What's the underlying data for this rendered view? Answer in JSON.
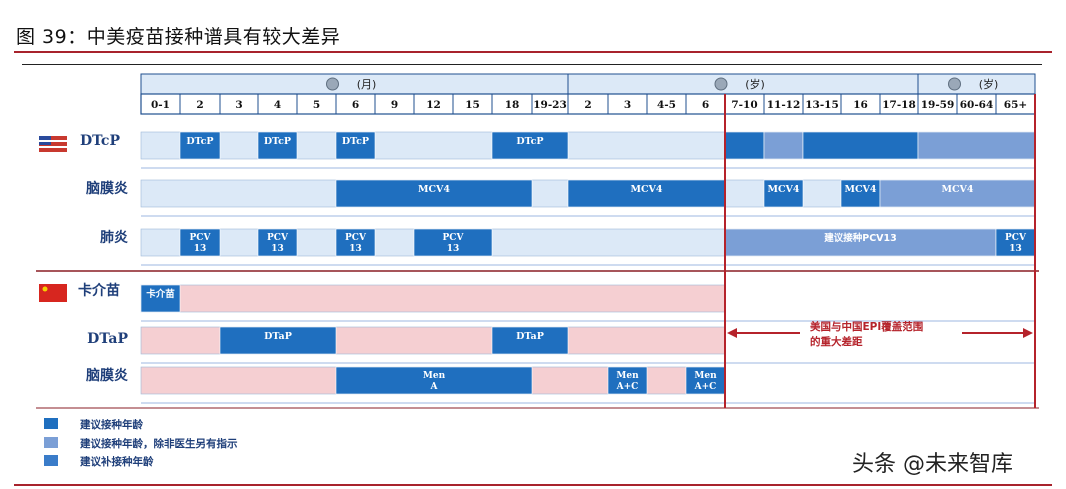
{
  "title": "图 39：中美疫苗接种谱具有较大差异",
  "watermark": "头条 @未来智库",
  "colors": {
    "recommended": "#1f6fbf",
    "physician": "#7b9fd6",
    "catchup": "#3a7cc9",
    "us_base": "#dce9f7",
    "cn_base": "#f5cfd2",
    "red": "#b5232b",
    "header_bg": "#dce9f7"
  },
  "chart_data": {
    "type": "table",
    "header_groups": [
      {
        "icon": "baby-icon",
        "label": "(月)"
      },
      {
        "icon": "child-icon",
        "label": "(岁)"
      },
      {
        "icon": "adult-icon",
        "label": "(岁)"
      }
    ],
    "age_columns": [
      "0-1",
      "2",
      "3",
      "4",
      "5",
      "6",
      "9",
      "12",
      "15",
      "18",
      "19-23",
      "2",
      "3",
      "4-5",
      "6",
      "7-10",
      "11-12",
      "13-15",
      "16",
      "17-18",
      "19-59",
      "60-64",
      "65+"
    ],
    "country_flags": [
      "us-flag-icon",
      "cn-flag-icon"
    ],
    "rows": [
      {
        "country": "us",
        "label": "DTcP",
        "segments": [
          {
            "from": 1,
            "to": 2,
            "type": "recommended",
            "text": "DTcP"
          },
          {
            "from": 3,
            "to": 4,
            "type": "recommended",
            "text": "DTcP"
          },
          {
            "from": 5,
            "to": 6,
            "type": "recommended",
            "text": "DTcP"
          },
          {
            "from": 9,
            "to": 11,
            "type": "recommended",
            "text": "DTcP"
          },
          {
            "from": 15,
            "to": 16,
            "type": "recommended",
            "text": ""
          },
          {
            "from": 16,
            "to": 17,
            "type": "physician",
            "text": ""
          },
          {
            "from": 17,
            "to": 20,
            "type": "recommended",
            "text": ""
          },
          {
            "from": 20,
            "to": 23,
            "type": "physician",
            "text": ""
          }
        ]
      },
      {
        "country": "us",
        "label": "脑膜炎",
        "segments": [
          {
            "from": 5,
            "to": 10,
            "type": "recommended",
            "text": "MCV4"
          },
          {
            "from": 11,
            "to": 15,
            "type": "recommended",
            "text": "MCV4"
          },
          {
            "from": 16,
            "to": 17,
            "type": "recommended",
            "text": "MCV4"
          },
          {
            "from": 18,
            "to": 19,
            "type": "recommended",
            "text": "MCV4"
          },
          {
            "from": 19,
            "to": 23,
            "type": "physician",
            "text": "MCV4"
          }
        ]
      },
      {
        "country": "us",
        "label": "肺炎",
        "segments": [
          {
            "from": 1,
            "to": 2,
            "type": "recommended",
            "text": "PCV 13"
          },
          {
            "from": 3,
            "to": 4,
            "type": "recommended",
            "text": "PCV 13"
          },
          {
            "from": 5,
            "to": 6,
            "type": "recommended",
            "text": "PCV 13"
          },
          {
            "from": 7,
            "to": 9,
            "type": "recommended",
            "text": "PCV 13"
          },
          {
            "from": 15,
            "to": 22,
            "type": "physician",
            "text": "建议接种PCV13"
          },
          {
            "from": 22,
            "to": 23,
            "type": "recommended",
            "text": "PCV 13"
          }
        ]
      },
      {
        "country": "cn",
        "label": "卡介苗",
        "segments": [
          {
            "from": 0,
            "to": 1,
            "type": "recommended",
            "text": "卡介苗"
          }
        ]
      },
      {
        "country": "cn",
        "label": "DTaP",
        "segments": [
          {
            "from": 2,
            "to": 5,
            "type": "recommended",
            "text": "DTaP"
          },
          {
            "from": 9,
            "to": 11,
            "type": "recommended",
            "text": "DTaP"
          }
        ]
      },
      {
        "country": "cn",
        "label": "脑膜炎",
        "segments": [
          {
            "from": 5,
            "to": 10,
            "type": "recommended",
            "text": "Men A"
          },
          {
            "from": 12,
            "to": 13,
            "type": "recommended",
            "text": "Men A+C"
          },
          {
            "from": 14,
            "to": 15,
            "type": "recommended",
            "text": "Men A+C"
          }
        ]
      }
    ],
    "annotation": "美国与中国EPI覆盖范围的重大差距",
    "legend": [
      {
        "type": "recommended",
        "label": "建议接种年龄"
      },
      {
        "type": "physician",
        "label": "建议接种年龄，除非医生另有指示"
      },
      {
        "type": "catchup",
        "label": "建议补接种年龄"
      }
    ]
  }
}
